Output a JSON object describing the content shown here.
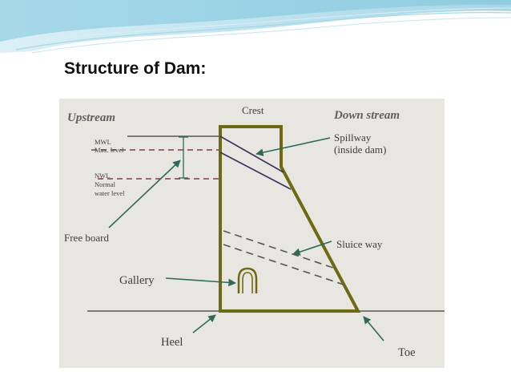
{
  "title": "Structure of Dam:",
  "diagram": {
    "labels": {
      "upstream": "Upstream",
      "crest": "Crest",
      "downstream": "Down stream",
      "mwl": "MWL",
      "max_level": "Max. level",
      "nwl": "NWL",
      "normal": "Normal",
      "water_level": "water level",
      "spillway_1": "Spillway",
      "spillway_2": "(inside dam)",
      "free_board": "Free board",
      "sluice_way": "Sluice way",
      "gallery": "Gallery",
      "heel": "Heel",
      "toe": "Toe"
    }
  },
  "colors": {
    "background": "#ffffff",
    "panel": "#e7e6e1",
    "dam_outline": "#6d6a13",
    "arrow": "#2f6a58",
    "line": "#565656",
    "dashed": "#7a3f52",
    "spillway": "#3a3360",
    "header_wave": "#6ebbd6"
  }
}
